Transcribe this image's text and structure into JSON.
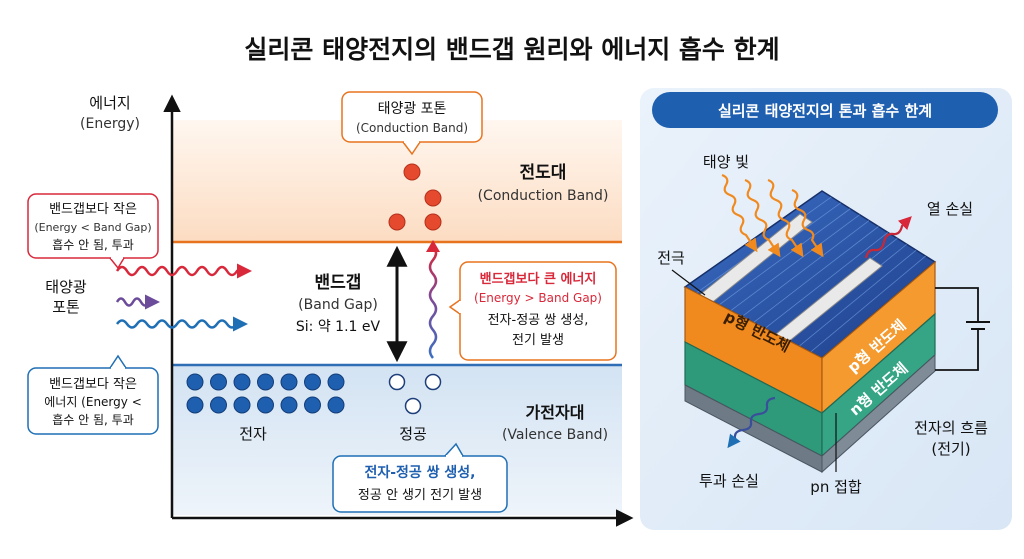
{
  "title": "실리콘 태양전지의 밴드갭 원리와 에너지 흡수 한계",
  "axis": {
    "y_label": "에너지",
    "y_label_en": "(Energy)"
  },
  "bands": {
    "conduction": {
      "label": "전도대",
      "label_en": "(Conduction Band)"
    },
    "valence": {
      "label": "가전자대",
      "label_en": "(Valence Band)"
    },
    "gap": {
      "label": "밴드갭",
      "label_en": "(Band Gap)",
      "value": "Si: 약 1.1 eV"
    }
  },
  "photon_label": {
    "line1": "태양광",
    "line2": "포톤"
  },
  "callout_top": {
    "line1": "태양광 포톤",
    "line2": "(Conduction Band)"
  },
  "callout_small_top": {
    "line1": "밴드갭보다 작은",
    "line2": "(Energy < Band Gap)",
    "line3": "흡수 안 됨, 투과"
  },
  "callout_small_bottom": {
    "line1": "밴드갭보다 작은",
    "line2": "에너지 (Energy <",
    "line3": "흡수 안 됨, 투과"
  },
  "callout_big": {
    "line1": "밴드갭보다 큰 에너지",
    "line2": "(Energy > Band Gap)",
    "line3": "전자-정공 쌍 생성,",
    "line4": "전기 발생"
  },
  "callout_pair": {
    "line1": "전자-정공 쌍 생성,",
    "line2": "정공 안 생기 전기 발생"
  },
  "labels": {
    "electron": "전자",
    "hole": "정공"
  },
  "cell": {
    "header": "실리콘 태양전지의 톤과 흡수 한계",
    "sunlight": "태양 빛",
    "heat_loss": "열 손실",
    "electrode": "전극",
    "p_type_front": "p형 반도체",
    "p_type_side": "p형 반도체",
    "n_type_side": "n형 반도체",
    "electron_flow": "전자의 흐름",
    "electricity": "(전기)",
    "transmission_loss": "투과 손실",
    "pn_junction": "pn 접합"
  },
  "colors": {
    "conduction_fill": "#fde3cc",
    "valence_fill": "#d5e5f3",
    "orange_line": "#e8731f",
    "blue_line": "#2f6db5",
    "electron_red": "#e64a2e",
    "electron_blue": "#1f5fb0",
    "header_blue": "#1f5fb0",
    "p_orange": "#f08a1f",
    "n_green": "#2e9a7a"
  }
}
